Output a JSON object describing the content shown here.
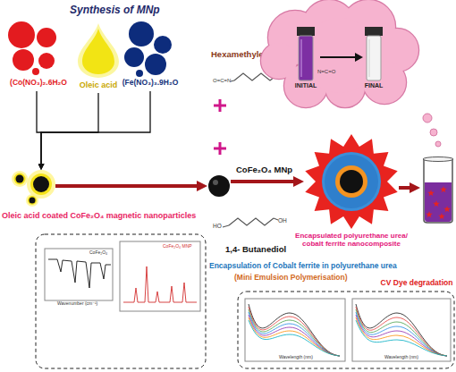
{
  "diagram": {
    "nodes": [
      {
        "text": [
          "(Co(NO₃)₂.6H₂O"
        ]
      },
      {
        "text": [
          "Oleic acid"
        ]
      },
      {
        "text": [
          "(Fe(NO₃)₃.9H₂O"
        ]
      },
      {
        "text": [
          "Oleic acid coated CoFe₂O₄ magnetic nanoparticles"
        ]
      },
      {
        "text": [
          "Hexamethylene diisocyanate"
        ]
      },
      {
        "text": [
          "CoFe₂O₄ MNp"
        ]
      },
      {
        "text": [
          "1,4- Butanediol"
        ]
      },
      {
        "text": [
          "Encapsulated polyurethane urea/ cobalt ferrite nanocomposite"
        ]
      },
      {
        "text": [
          "INITIAL",
          "FINAL"
        ]
      },
      {
        "text": [
          "CV Dye degradation"
        ]
      }
    ],
    "edges": [
      {
        "from": 0,
        "to": 3,
        "arrow": "to"
      },
      {
        "from": 1,
        "to": 3,
        "arrow": "to"
      },
      {
        "from": 2,
        "to": 3,
        "arrow": "to"
      },
      {
        "from": 3,
        "to": 5,
        "arrow": "to"
      },
      {
        "from": 5,
        "to": 7,
        "arrow": "to"
      },
      {
        "from": 7,
        "to": 9,
        "arrow": "to"
      }
    ],
    "labels": [
      "Synthesis of MNp",
      "O=C=N",
      "N=C=O",
      "HO",
      "OH",
      "Encapsulation of Cobalt ferrite in polyurethane urea",
      "(Mini Emulsion Polymerisation)",
      "Wavenumber (cm⁻¹)",
      "CoFe₂O₄",
      "CoFe₂O₄ MNP",
      "Wavelength (nm)",
      "Wavelength (nm)"
    ]
  }
}
